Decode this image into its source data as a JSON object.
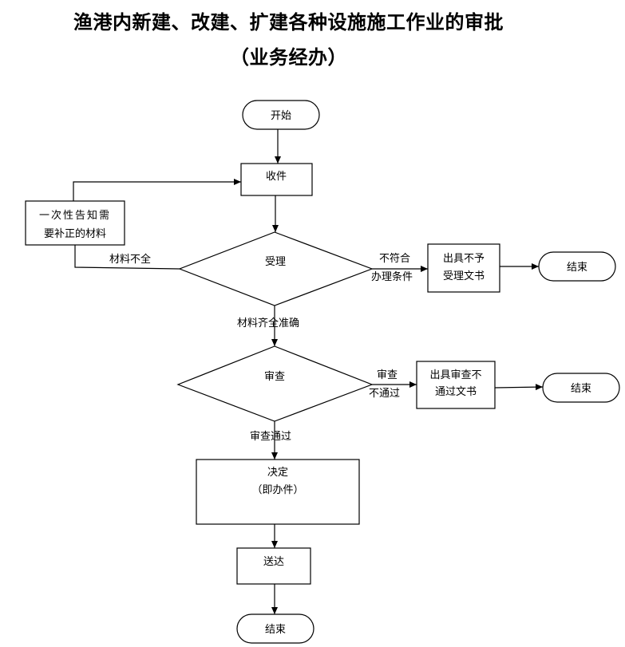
{
  "title": "渔港内新建、改建、扩建各种设施施工作业的审批",
  "subtitle": "（业务经办）",
  "nodes": {
    "start": "开始",
    "receive": "收件",
    "notify_1": "一次性告知需",
    "notify_2": "要补正的材料",
    "accept": "受理",
    "reject_1": "出具不予",
    "reject_2": "受理文书",
    "end_reject": "结束",
    "review": "审查",
    "review_fail_1": "出具审查不",
    "review_fail_2": "通过文书",
    "end_review": "结束",
    "decide_1": "决定",
    "decide_2": "（即办件）",
    "deliver": "送达",
    "end_final": "结束"
  },
  "edges": {
    "incomplete": "材料不全",
    "not_meet_1": "不符合",
    "not_meet_2": "办理条件",
    "complete": "材料齐全准确",
    "review_not_pass_1": "审查",
    "review_not_pass_2": "不通过",
    "review_pass": "审查通过"
  }
}
